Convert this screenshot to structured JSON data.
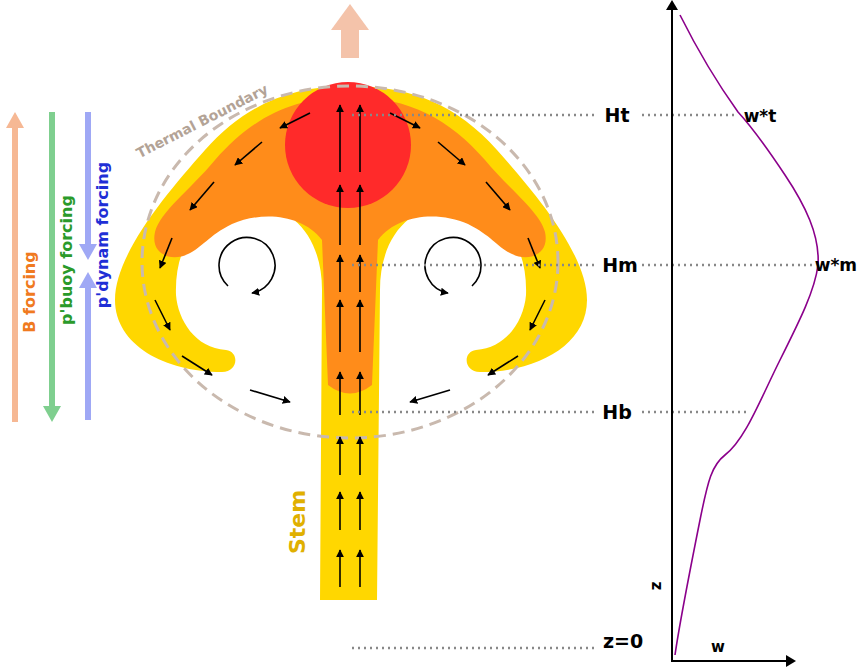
{
  "diagram": {
    "labels": [
      "Thermal Boundary",
      "B forcing",
      "p'buoy forcing",
      "p'dynam forcing",
      "Stem",
      "Ht",
      "Hm",
      "Hb",
      "z=0",
      "w*t",
      "w*m",
      "z",
      "w"
    ]
  }
}
